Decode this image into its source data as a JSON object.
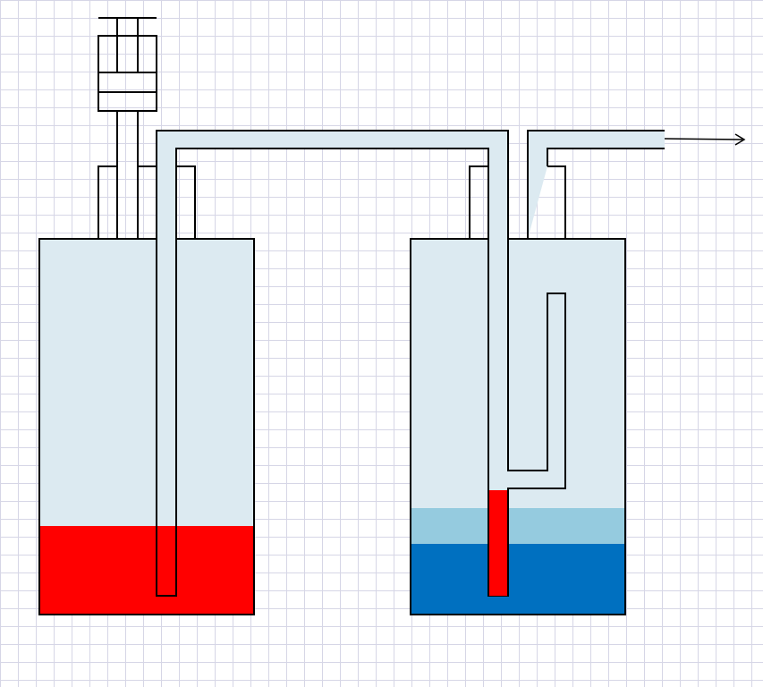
{
  "colors": {
    "background": "#ffffff",
    "grid": "#d6d6e6",
    "outline": "#000000",
    "gas": "#dceaf1",
    "red_liquid": "#ff0000",
    "light_water": "#95cbdf",
    "dark_water": "#0070c0"
  },
  "components": {
    "grid": "graph-paper-grid",
    "left_vessel": "left-vessel-with-red-liquid",
    "right_vessel": "right-vessel-with-water-layers",
    "piston": "piston-pump",
    "connecting_tube": "inverted-u-connecting-tube",
    "inner_u_tube": "u-tube-in-right-vessel",
    "outlet": "outlet-arrow"
  },
  "icons": {
    "outlet_arrow": "arrow-right-icon"
  }
}
